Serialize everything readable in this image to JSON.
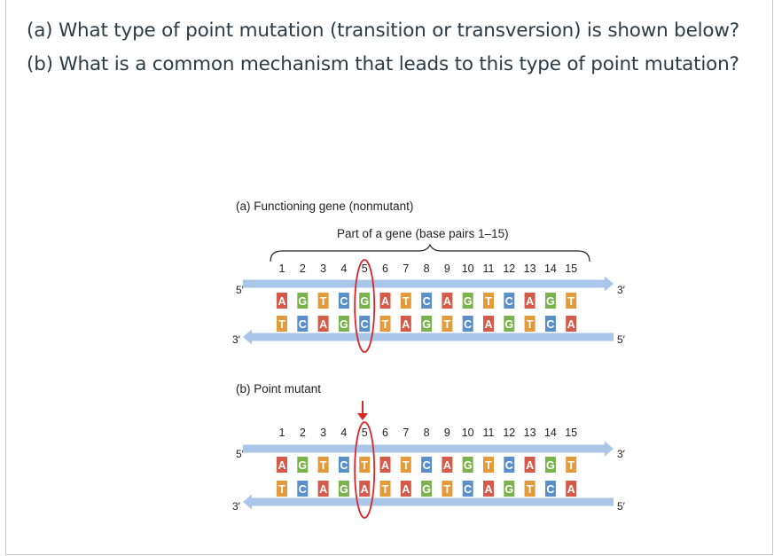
{
  "question": {
    "a": "(a) What type of point mutation (transition or transversion) is shown below?",
    "b": "(b) What is a common mechanism that leads to this type of point mutation?"
  },
  "figure": {
    "panel_a": {
      "title": "(a) Functioning gene (nonmutant)",
      "bracket_label": "Part of a gene (base pairs 1–15)",
      "positions": [
        "1",
        "2",
        "3",
        "4",
        "5",
        "6",
        "7",
        "8",
        "9",
        "10",
        "11",
        "12",
        "13",
        "14",
        "15"
      ],
      "top_end_left": "5′",
      "top_end_right": "3′",
      "bottom_end_left": "3′",
      "bottom_end_right": "5′",
      "top_strand": [
        "A",
        "G",
        "T",
        "C",
        "G",
        "A",
        "T",
        "C",
        "A",
        "G",
        "T",
        "C",
        "A",
        "G",
        "T"
      ],
      "bottom_strand": [
        "T",
        "C",
        "A",
        "G",
        "C",
        "T",
        "A",
        "G",
        "T",
        "C",
        "A",
        "G",
        "T",
        "C",
        "A"
      ]
    },
    "panel_b": {
      "title": "(b) Point mutant",
      "positions": [
        "1",
        "2",
        "3",
        "4",
        "5",
        "6",
        "7",
        "8",
        "9",
        "10",
        "11",
        "12",
        "13",
        "14",
        "15"
      ],
      "top_end_left": "5′",
      "top_end_right": "3′",
      "bottom_end_left": "3′",
      "bottom_end_right": "5′",
      "top_strand": [
        "A",
        "G",
        "T",
        "C",
        "T",
        "A",
        "T",
        "C",
        "A",
        "G",
        "T",
        "C",
        "A",
        "G",
        "T"
      ],
      "bottom_strand": [
        "T",
        "C",
        "A",
        "G",
        "A",
        "T",
        "A",
        "G",
        "T",
        "C",
        "A",
        "G",
        "T",
        "C",
        "A"
      ]
    },
    "base_colors": {
      "A": "#d65a4a",
      "G": "#7ab24d",
      "T": "#e29a3b",
      "C": "#5a8fc9"
    },
    "strand_color": "#a9c6e8",
    "highlight_color": "#d9262c"
  }
}
